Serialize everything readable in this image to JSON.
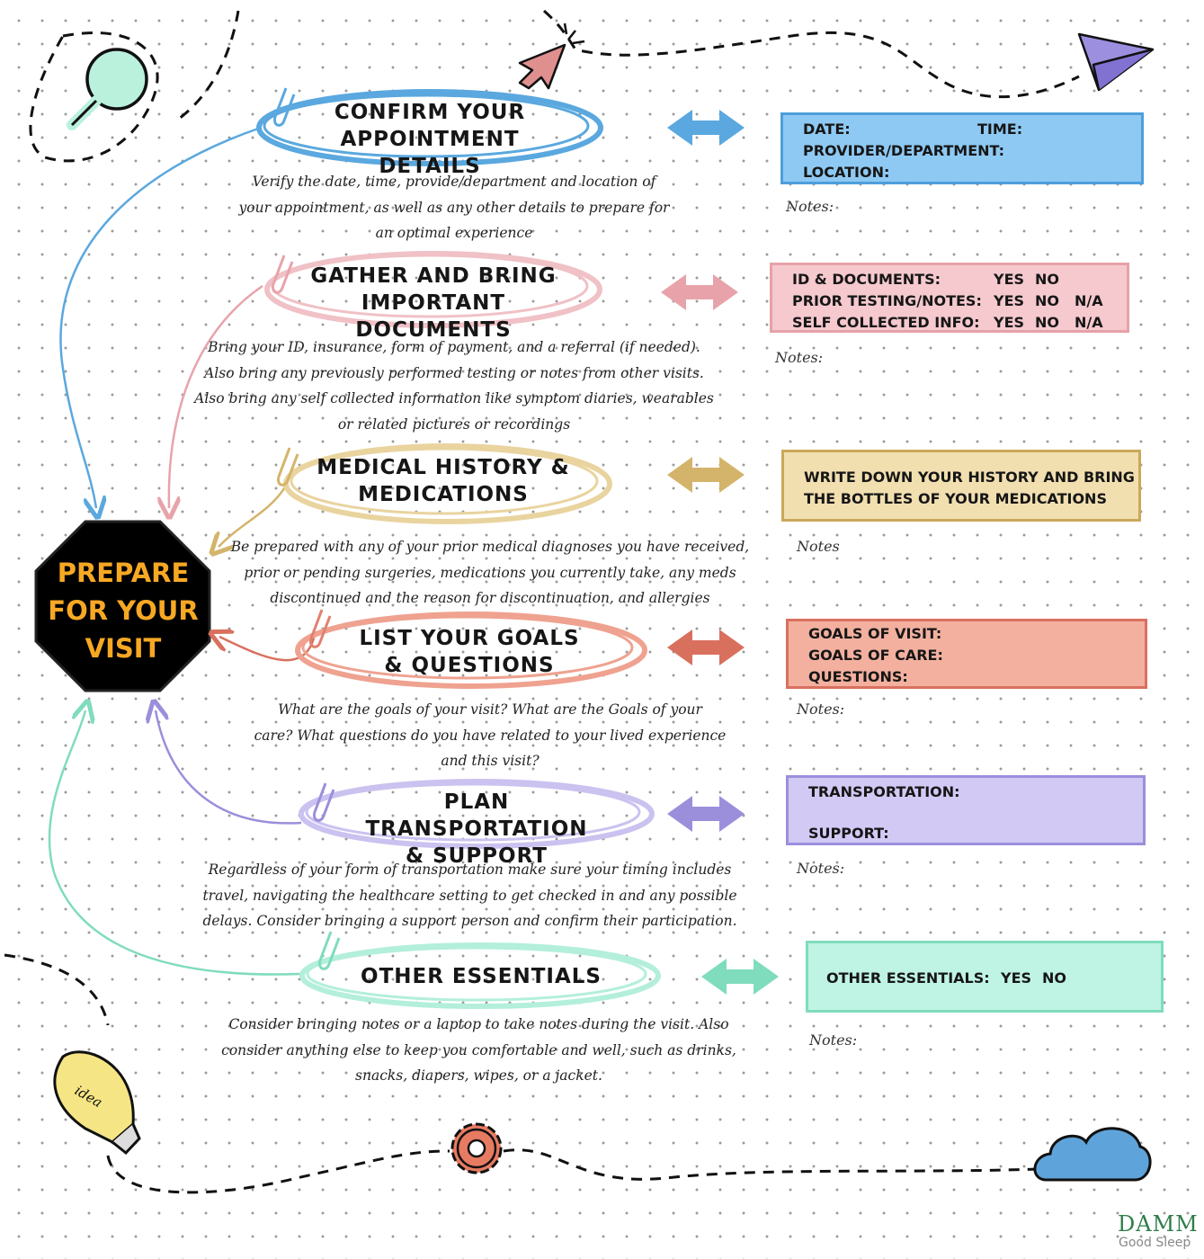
{
  "center": {
    "label_line1": "PREPARE",
    "label_line2": "FOR YOUR",
    "label_line3": "VISIT"
  },
  "colors": {
    "blue": "#5aa8df",
    "pink": "#e8a3aa",
    "gold": "#d4b46a",
    "salmon": "#e2806f",
    "purple": "#9b8fdc",
    "mint": "#7fdcbc"
  },
  "steps": [
    {
      "title_line1": "Confirm your",
      "title_line2": "appointment details",
      "desc_line1": "Verify the date, time, provide/department and location of",
      "desc_line2": "your appointment, as well as any other details to prepare for",
      "desc_line3": "an optimal experience",
      "desc_line4": "",
      "box_lines": [
        "DATE:",
        "TIME:",
        "PROVIDER/DEPARTMENT:",
        "LOCATION:"
      ],
      "notes": "Notes:"
    },
    {
      "title_line1": "Gather and bring",
      "title_line2": "important documents",
      "desc_line1": "Bring your ID, insurance, form of payment, and a referral (if needed).",
      "desc_line2": "Also bring any previously performed testing or notes from other visits.",
      "desc_line3": "Also bring any self collected information like symptom diaries, wearables",
      "desc_line4": "or related pictures or recordings",
      "box_rows": [
        {
          "label": "ID & DOCUMENTS:",
          "yes": "YES",
          "no": "NO",
          "na": ""
        },
        {
          "label": "PRIOR TESTING/NOTES:",
          "yes": "YES",
          "no": "NO",
          "na": "N/A"
        },
        {
          "label": "SELF COLLECTED INFO:",
          "yes": "YES",
          "no": "NO",
          "na": "N/A"
        }
      ],
      "notes": "Notes:"
    },
    {
      "title_line1": "Medical history &",
      "title_line2": "medications",
      "desc_line1": "Be prepared with any of your prior medical diagnoses you have received,",
      "desc_line2": "prior or pending surgeries, medications you currently take, any meds",
      "desc_line3": "discontinued and the reason for discontinuation, and allergies",
      "desc_line4": "",
      "box_lines": [
        "WRITE DOWN YOUR HISTORY AND BRING",
        "THE BOTTLES OF YOUR MEDICATIONS"
      ],
      "notes": "Notes"
    },
    {
      "title_line1": "List your goals",
      "title_line2": "& questions",
      "desc_line1": "What are the goals of your visit? What are the Goals of your",
      "desc_line2": "care? What questions do you have related to your lived experience",
      "desc_line3": "and this visit?",
      "desc_line4": "",
      "box_lines": [
        "GOALS OF VISIT:",
        "GOALS OF CARE:",
        "QUESTIONS:"
      ],
      "notes": "Notes:"
    },
    {
      "title_line1": "Plan transportation",
      "title_line2": "& support",
      "desc_line1": "Regardless of your form of transportation make sure your timing includes",
      "desc_line2": "travel, navigating the healthcare setting to get checked in and any possible",
      "desc_line3": "delays. Consider bringing a support person and confirm their participation.",
      "desc_line4": "",
      "box_lines": [
        "TRANSPORTATION:",
        "SUPPORT:"
      ],
      "notes": "Notes:"
    },
    {
      "title_line1": "Other essentials",
      "title_line2": "",
      "desc_line1": "Consider bringing notes or a laptop to take notes during the visit. Also",
      "desc_line2": "consider anything else to keep you comfortable and well, such as drinks,",
      "desc_line3": "snacks, diapers, wipes, or a jacket.",
      "desc_line4": "",
      "box_rows": [
        {
          "label": "OTHER ESSENTIALS:",
          "yes": "YES",
          "no": "NO",
          "na": ""
        }
      ],
      "notes": "Notes:"
    }
  ],
  "logo": {
    "main": "DAMM",
    "sub": "Good Sleep"
  },
  "icons": [
    "magnifier-icon",
    "cursor-arrow-icon",
    "paper-plane-icon",
    "lightbulb-icon",
    "gear-icon",
    "cloud-icon",
    "paperclip-icon",
    "double-arrow-icon"
  ]
}
